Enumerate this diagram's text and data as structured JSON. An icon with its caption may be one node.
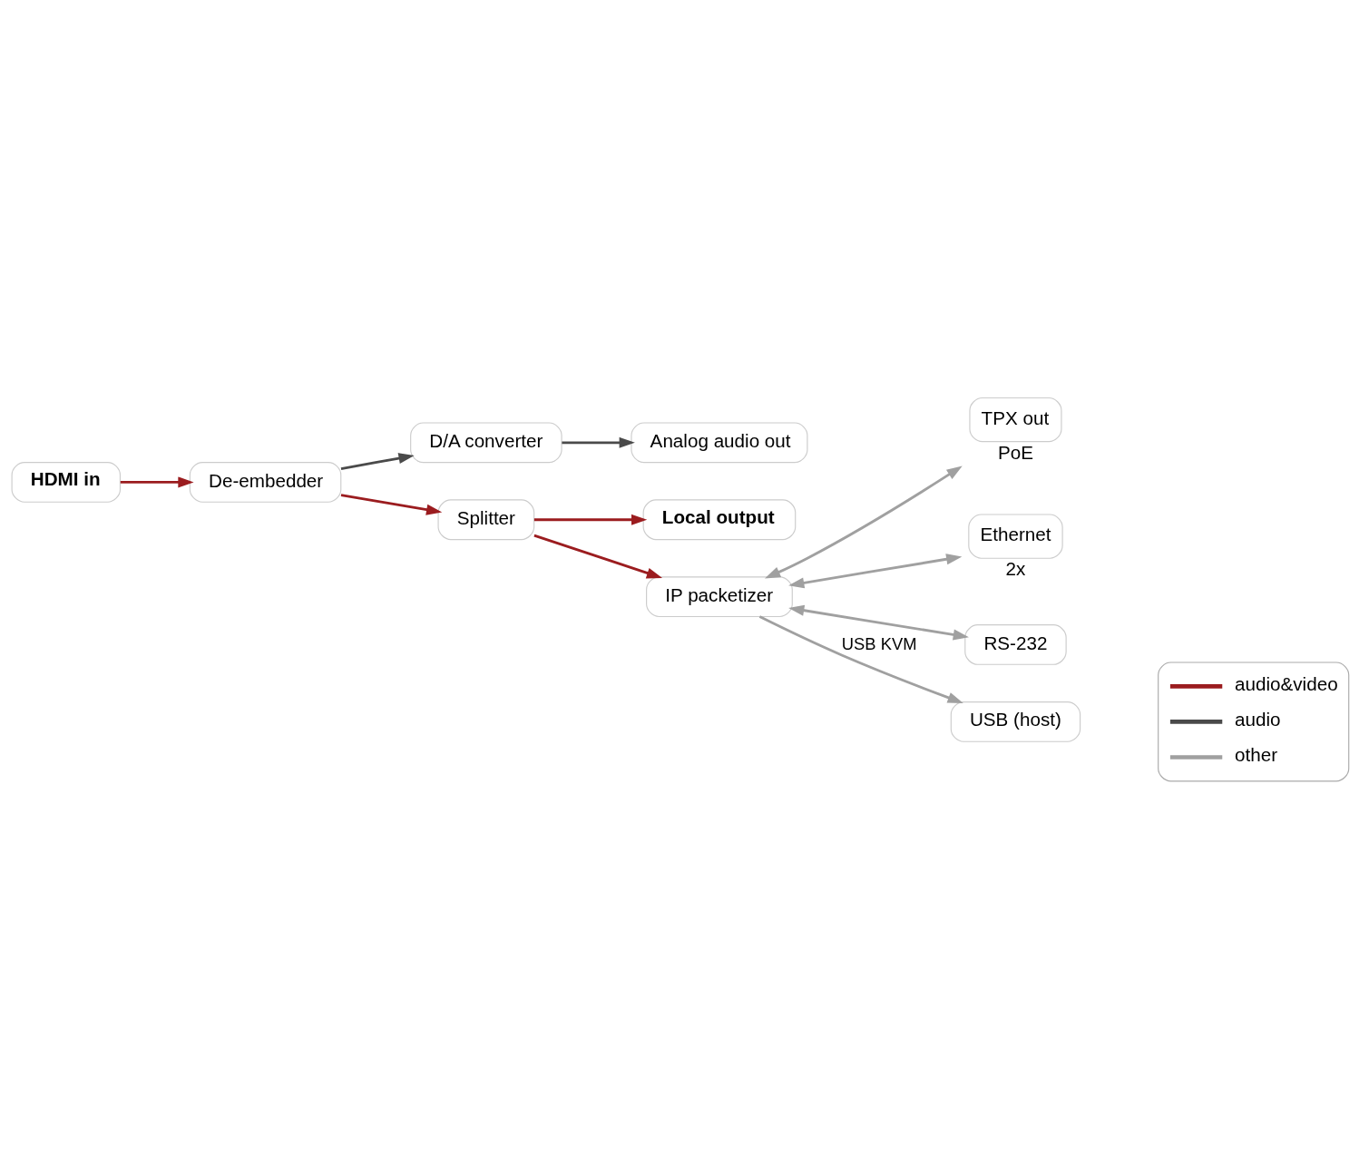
{
  "diagram": {
    "nodes": [
      {
        "text": [
          "D/A converter"
        ]
      },
      {
        "text": [
          "Analog audio out"
        ]
      },
      {
        "text": [
          "Local output"
        ]
      },
      {
        "text": [
          "HDMI in"
        ]
      },
      {
        "text": [
          "De-embedder"
        ]
      },
      {
        "text": [
          "Splitter"
        ]
      },
      {
        "text": [
          "IP packetizer"
        ]
      },
      {
        "text": [
          "TPX out"
        ],
        "beside": [
          "PoE"
        ]
      },
      {
        "text": [
          "Ethernet"
        ],
        "beside": [
          "2x"
        ]
      },
      {
        "text": [
          "RS-232"
        ]
      },
      {
        "text": [
          "USB (host)"
        ]
      }
    ],
    "edges": [
      {
        "from": 3,
        "to": 4,
        "arrow": "to",
        "color": "#9b1c1f"
      },
      {
        "from": 4,
        "to": 5,
        "arrow": "to",
        "color": "#9b1c1f"
      },
      {
        "from": 5,
        "to": 6,
        "arrow": "to",
        "color": "#9b1c1f"
      },
      {
        "from": 5,
        "to": 2,
        "arrow": "to",
        "color": "#9b1c1f"
      },
      {
        "from": 4,
        "to": 0,
        "arrow": "to",
        "color": "#4a4a4a"
      },
      {
        "from": 0,
        "to": 1,
        "arrow": "to",
        "color": "#4a4a4a"
      },
      {
        "from": 6,
        "to": 7,
        "arrow": "both",
        "color": "#a0a0a0"
      },
      {
        "from": 6,
        "to": 8,
        "arrow": "both",
        "color": "#a0a0a0"
      },
      {
        "from": 6,
        "to": 9,
        "arrow": "both",
        "color": "#a0a0a0"
      },
      {
        "from": 6,
        "to": 10,
        "label": "USB KVM",
        "arrow": "to",
        "color": "#a0a0a0"
      }
    ],
    "legend": [
      {
        "text": "audio&video"
      },
      {
        "text": "audio"
      },
      {
        "text": "other"
      }
    ]
  }
}
